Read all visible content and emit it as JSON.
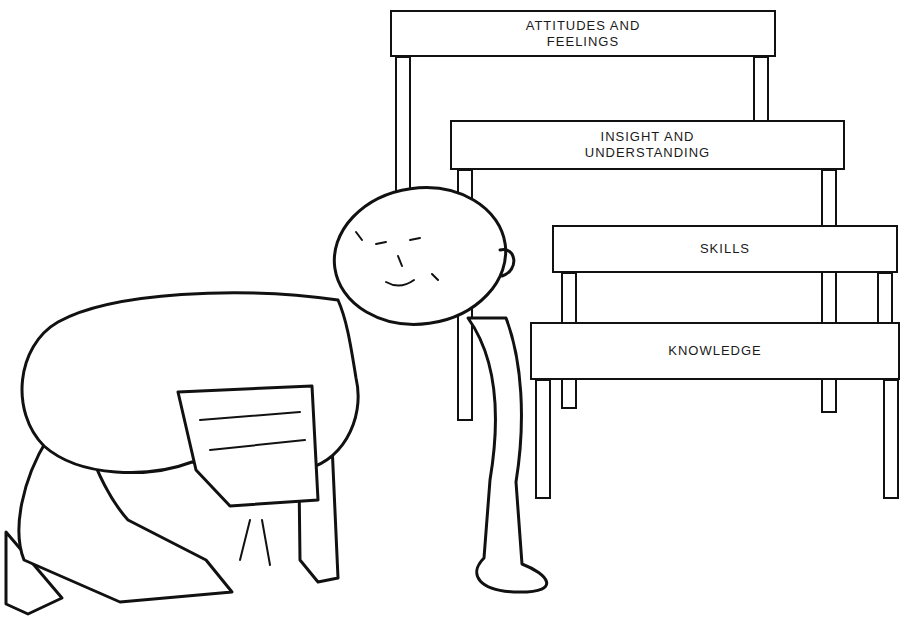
{
  "diagram": {
    "nodes": [
      {
        "text": [
          "ATTITUDES AND FEELINGS"
        ]
      },
      {
        "text": [
          "INSIGHT AND UNDERSTANDING"
        ]
      },
      {
        "text": [
          "SKILLS"
        ]
      },
      {
        "text": [
          "KNOWLEDGE"
        ]
      }
    ]
  }
}
